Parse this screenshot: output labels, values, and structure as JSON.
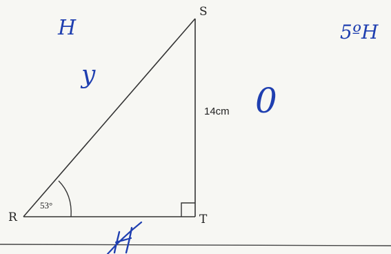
{
  "diagram": {
    "vertices": {
      "s": "S",
      "r": "R",
      "t": "T"
    },
    "angle_r": "53°",
    "side_st": "14cm"
  },
  "annotations": {
    "top_left": "H",
    "hypotenuse_mark": "y",
    "top_right": "5ºH",
    "zero_mark": "0"
  },
  "colors": {
    "ink": "#1f3fb0",
    "print": "#222222"
  }
}
